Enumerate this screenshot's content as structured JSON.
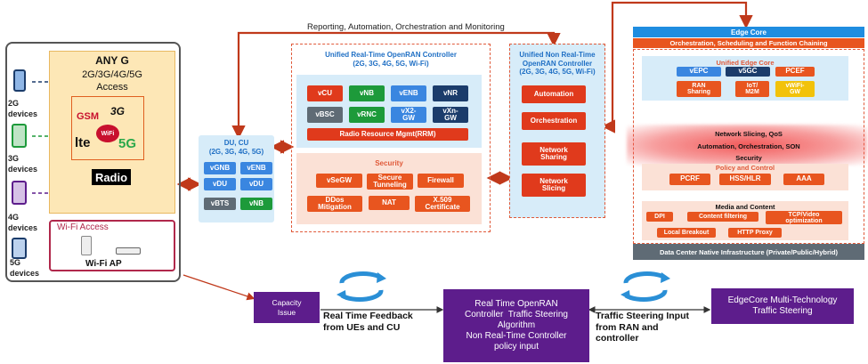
{
  "top_arrow_label": "Reporting, Automation, Orchestration and Monitoring",
  "devices": {
    "items": [
      "2G\ndevices",
      "3G\ndevices",
      "4G\ndevices",
      "5G\ndevices"
    ]
  },
  "any_g": {
    "title": "ANY G",
    "subtitle": "2G/3G/4G/5G\nAccess",
    "logo_gsm": "GSM",
    "logo_3g": "3G",
    "logo_lte": "lte",
    "logo_wifi": "WiFi",
    "logo_5g": "5G",
    "radio_label": "Radio"
  },
  "wifi": {
    "title": "Wi-Fi Access",
    "ap_label": "Wi-Fi AP"
  },
  "du_cu": {
    "title": "DU, CU\n(2G, 3G, 4G, 5G)",
    "cells": [
      "vGNB",
      "vENB",
      "vDU",
      "vDU",
      "vBTS",
      "vNB"
    ]
  },
  "rt_controller": {
    "title": "Unified Real-Time OpenRAN Controller\n(2G, 3G, 4G, 5G, Wi-Fi)",
    "row1": [
      "vCU",
      "vNB",
      "vENB",
      "vNR"
    ],
    "row2": [
      "vBSC",
      "vRNC",
      "vX2-\nGW",
      "vXn-\nGW"
    ],
    "rrm": "Radio Resource Mgmt(RRM)",
    "security_title": "Security",
    "security_items": [
      "vSeGW",
      "Secure\nTunneling",
      "Firewall",
      "DDos\nMitigation",
      "NAT",
      "X.509\nCertificate"
    ]
  },
  "nrt_controller": {
    "title": "Unified Non Real-Time\nOpenRAN Controller\n(2G, 3G, 4G, 5G, Wi-Fi)",
    "items": [
      "Automation",
      "Orchestration",
      "Network\nSharing",
      "Network\nSlicing"
    ]
  },
  "edge_core": {
    "title": "Edge Core",
    "osfc": "Orchestration, Scheduling and Function Chaining",
    "unified_title": "Unified Edge Core",
    "unified_row1": [
      "vEPC",
      "v5GC",
      "PCEF"
    ],
    "unified_row2": [
      "RAN\nSharing",
      "IoT/\nM2M",
      "vWiFi-\nGW"
    ],
    "blur_lines": [
      "Network Slicing, QoS",
      "Automation, Orchestration, SON",
      "Security"
    ],
    "policy_title": "Policy and Control",
    "policy_items": [
      "PCRF",
      "HSS/HLR",
      "AAA"
    ],
    "media_title": "Media and Content",
    "media_row1": [
      "DPI",
      "Content filtering",
      "TCP/Video\noptimization"
    ],
    "media_row2": [
      "Local Breakout",
      "HTTP Proxy"
    ],
    "dc": "Data Center Native Infrastructure (Private/Public/Hybrid)"
  },
  "bottom": {
    "capacity": "Capacity\nIssue",
    "feedback": "Real Time Feedback\nfrom UEs and CU",
    "steering": "Real Time OpenRAN\nController  Traffic Steering\nAlgorithm\nNon Real-Time Controller\npolicy input",
    "steering_input": "Traffic Steering Input\nfrom RAN and\ncontroller",
    "edgecore_steering": "EdgeCore Multi-Technology\nTraffic Steering"
  },
  "colors": {
    "red_arrow": "#c0391b",
    "purple": "#5d1d8c",
    "light_blue": "#d7ecf9",
    "salmon": "#fbe1d6",
    "edge_blue": "#1f8de0"
  }
}
